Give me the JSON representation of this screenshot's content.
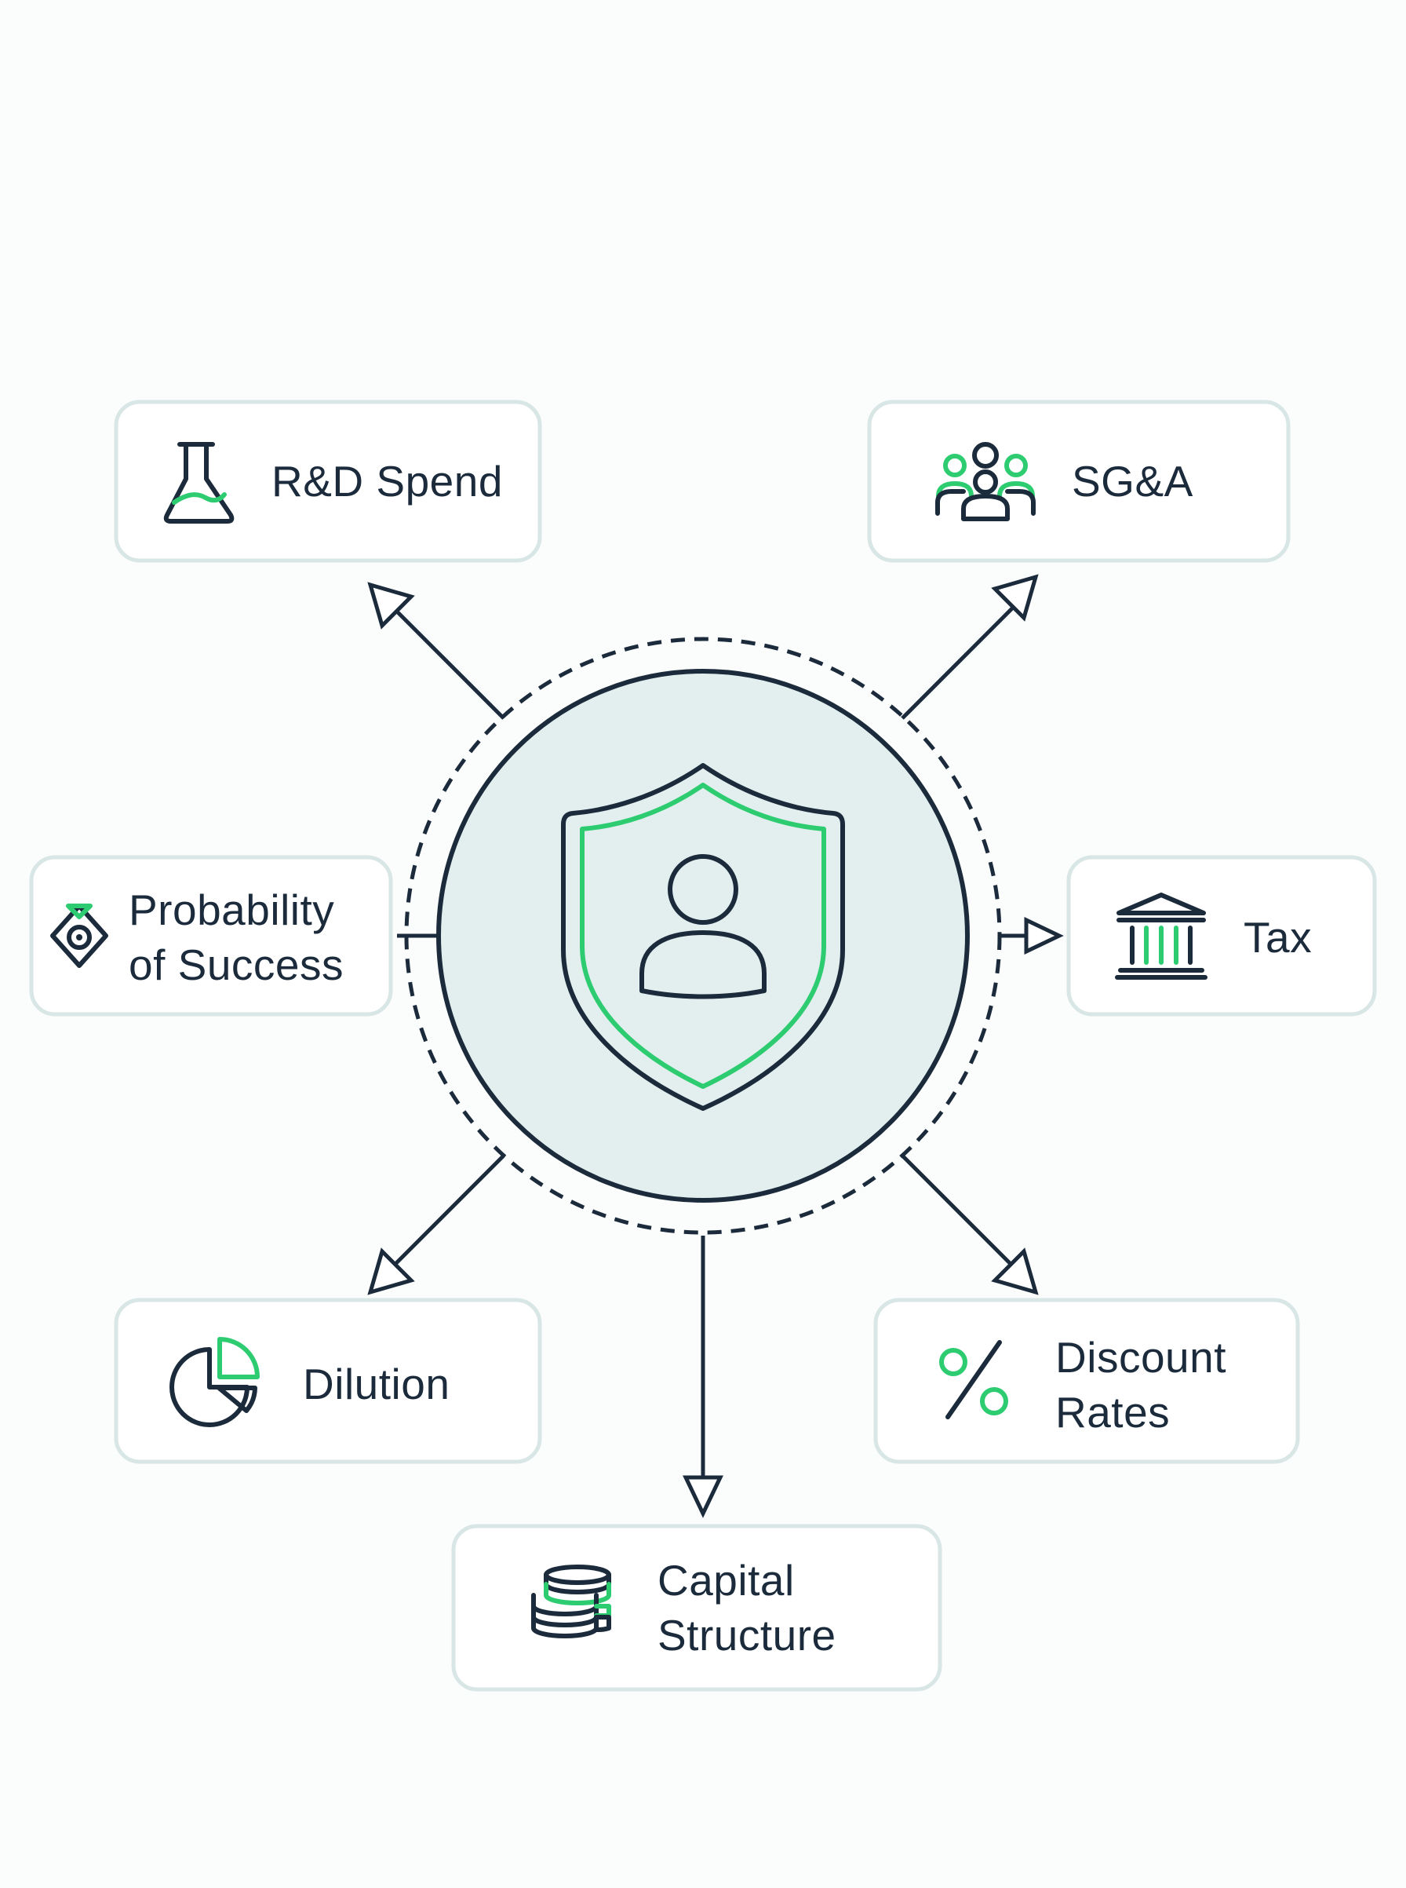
{
  "diagram": {
    "center": {
      "icon": "shield-user-icon"
    },
    "nodes": [
      {
        "id": "rd-spend",
        "lines": [
          "R&D Spend"
        ],
        "icon": "flask-icon"
      },
      {
        "id": "sga",
        "lines": [
          "SG&A"
        ],
        "icon": "team-icon"
      },
      {
        "id": "probability",
        "lines": [
          "Probability",
          "of Success"
        ],
        "icon": "target-diamond-icon"
      },
      {
        "id": "tax",
        "lines": [
          "Tax"
        ],
        "icon": "bank-building-icon"
      },
      {
        "id": "dilution",
        "lines": [
          "Dilution"
        ],
        "icon": "pie-chart-icon"
      },
      {
        "id": "discount-rates",
        "lines": [
          "Discount",
          "Rates"
        ],
        "icon": "percent-icon"
      },
      {
        "id": "capital-structure",
        "lines": [
          "Capital",
          "Structure"
        ],
        "icon": "coin-stack-icon"
      }
    ],
    "colors": {
      "ink": "#1b2b3c",
      "accent": "#2ecc71",
      "center_fill": "#e3efef",
      "box_border": "#d8e6e5"
    }
  }
}
